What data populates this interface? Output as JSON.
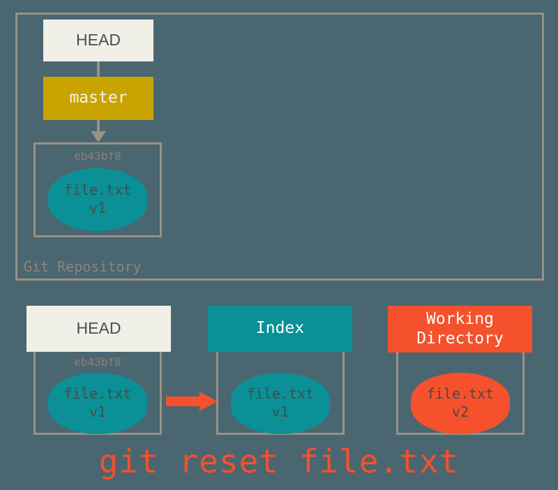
{
  "diagram": {
    "title_caption": "git reset file.txt",
    "background_color": "#4a6670",
    "frame_color": "#9b9185"
  },
  "repository": {
    "label": "Git Repository",
    "head": {
      "label": "HEAD",
      "color": "#f0f0e8"
    },
    "branch": {
      "label": "master",
      "color": "#c9a400"
    },
    "commit": {
      "sha": "eb43bf8",
      "blob": {
        "filename": "file.txt",
        "version": "v1",
        "color": "#0a9096"
      }
    }
  },
  "areas": [
    {
      "name": "head",
      "label": "HEAD",
      "header_color": "#f0f0e8",
      "sha": "eb43bf8",
      "blob": {
        "filename": "file.txt",
        "version": "v1",
        "color": "#0a9096"
      }
    },
    {
      "name": "index",
      "label": "Index",
      "header_color": "#0a9096",
      "sha": "",
      "blob": {
        "filename": "file.txt",
        "version": "v1",
        "color": "#0a9096"
      }
    },
    {
      "name": "working-directory",
      "label_line1": "Working",
      "label_line2": "Directory",
      "header_color": "#f4512c",
      "sha": "",
      "blob": {
        "filename": "file.txt",
        "version": "v2",
        "color": "#f4512c"
      }
    }
  ],
  "arrow": {
    "name": "head-to-index-arrow",
    "color": "#f4512c",
    "direction": "right"
  }
}
